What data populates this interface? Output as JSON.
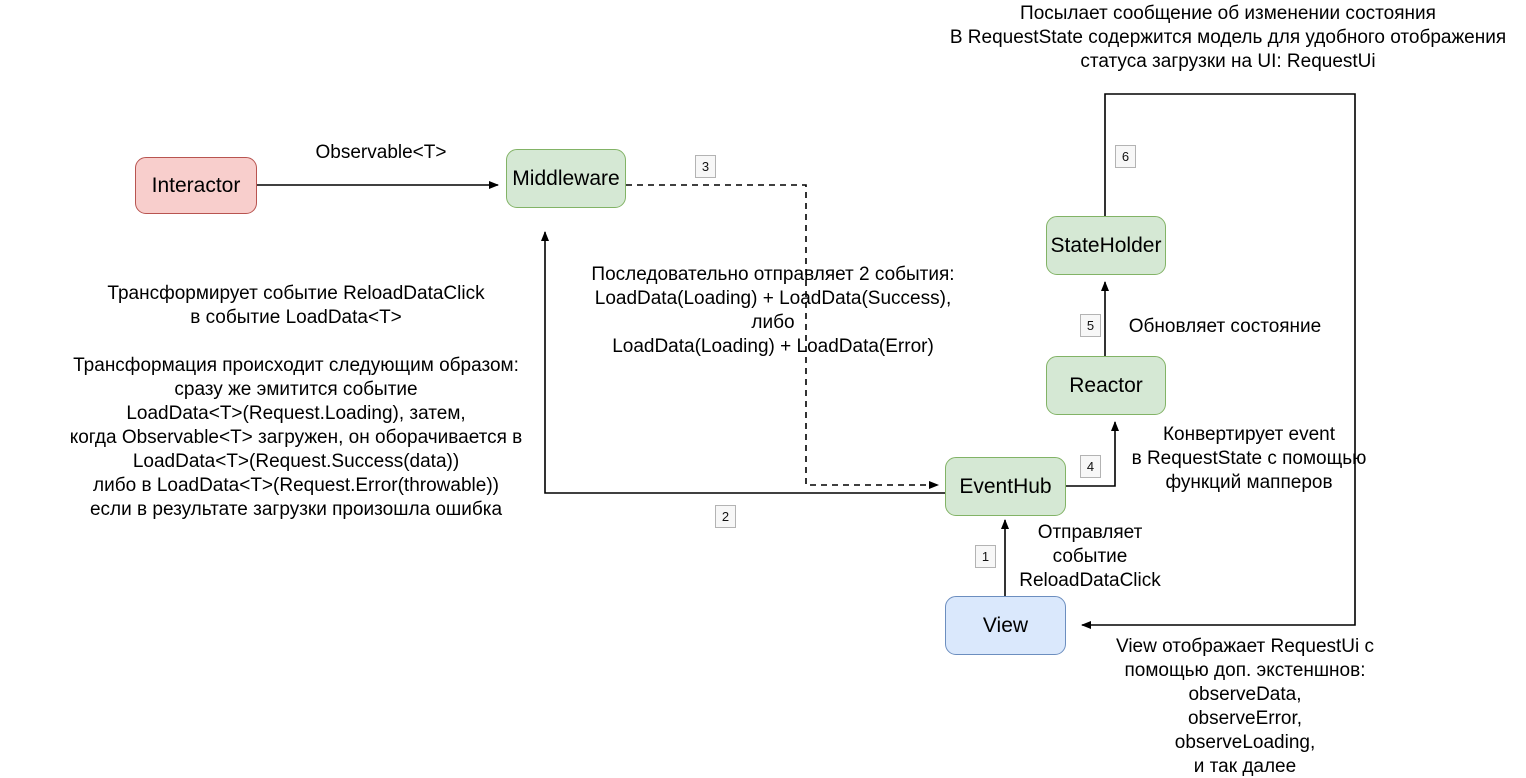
{
  "diagram": {
    "title_note": "Посылает сообщение об изменении состояния\nВ RequestState содержится модель для удобного отображения\nстатуса загрузки на UI: RequestUi",
    "colors": {
      "green_fill": "#d5e8d4",
      "green_stroke": "#82b366",
      "red_fill": "#f8cecc",
      "red_stroke": "#b85450",
      "blue_fill": "#dae8fc",
      "blue_stroke": "#6c8ebf",
      "line": "#000000",
      "badge_border": "#b3b3b3",
      "badge_fill": "#f7f7f7"
    },
    "nodes": [
      {
        "id": "interactor",
        "label": "Interactor",
        "color": "red"
      },
      {
        "id": "middleware",
        "label": "Middleware",
        "color": "green"
      },
      {
        "id": "stateholder",
        "label": "StateHolder",
        "color": "green"
      },
      {
        "id": "reactor",
        "label": "Reactor",
        "color": "green"
      },
      {
        "id": "eventhub",
        "label": "EventHub",
        "color": "green"
      },
      {
        "id": "view",
        "label": "View",
        "color": "blue"
      }
    ],
    "edges": [
      {
        "id": "view-to-eventhub",
        "badge": "1",
        "style": "solid",
        "label": "Отправляет\nсобытие\nReloadDataClick"
      },
      {
        "id": "eventhub-to-middleware",
        "badge": "2",
        "style": "solid",
        "label": ""
      },
      {
        "id": "middleware-to-eventhub",
        "badge": "3",
        "style": "dashed",
        "label": "Последовательно отправляет 2 события:\nLoadData(Loading) + LoadData(Success),\nлибо\nLoadData(Loading) + LoadData(Error)"
      },
      {
        "id": "eventhub-to-reactor",
        "badge": "4",
        "style": "solid",
        "label": "Конвертирует event\nв RequestState с помощью\nфункций мапперов"
      },
      {
        "id": "reactor-to-stateholder",
        "badge": "5",
        "style": "solid",
        "label": "Обновляет состояние"
      },
      {
        "id": "stateholder-to-view",
        "badge": "6",
        "style": "solid",
        "label": "View отображает RequestUi с\nпомощью доп. экстеншнов:\nobserveData,\nobserveError,\nobserveLoading,\nи так далее"
      },
      {
        "id": "interactor-to-middleware",
        "badge": "",
        "style": "solid",
        "label": "Observable<T>"
      }
    ],
    "labels": {
      "observable": "Observable<T>",
      "middleware_note_1": "Трансформирует событие ReloadDataClick\nв событие LoadData<T>",
      "middleware_note_2": "Трансформация происходит следующим образом:\nсразу же эмитится событие\nLoadData<T>(Request.Loading), затем,\nкогда Observable<T> загружен, он оборачивается в\nLoadData<T>(Request.Success(data))\nлибо в LoadData<T>(Request.Error(throwable))\nесли в результате загрузки произошла ошибка",
      "middleware_emits": "Последовательно отправляет 2 события:\nLoadData(Loading) + LoadData(Success),\nлибо\nLoadData(Loading) + LoadData(Error)",
      "reactor_note": "Конвертирует event\nв RequestState с помощью\nфункций мапперов",
      "stateholder_note": "Обновляет состояние",
      "eventhub_note": "Отправляет\nсобытие\nReloadDataClick",
      "view_note": "View отображает RequestUi с\nпомощью доп. экстеншнов:\nobserveData,\nobserveError,\nobserveLoading,\nи так далее"
    },
    "badges": {
      "b1": "1",
      "b2": "2",
      "b3": "3",
      "b4": "4",
      "b5": "5",
      "b6": "6"
    }
  }
}
